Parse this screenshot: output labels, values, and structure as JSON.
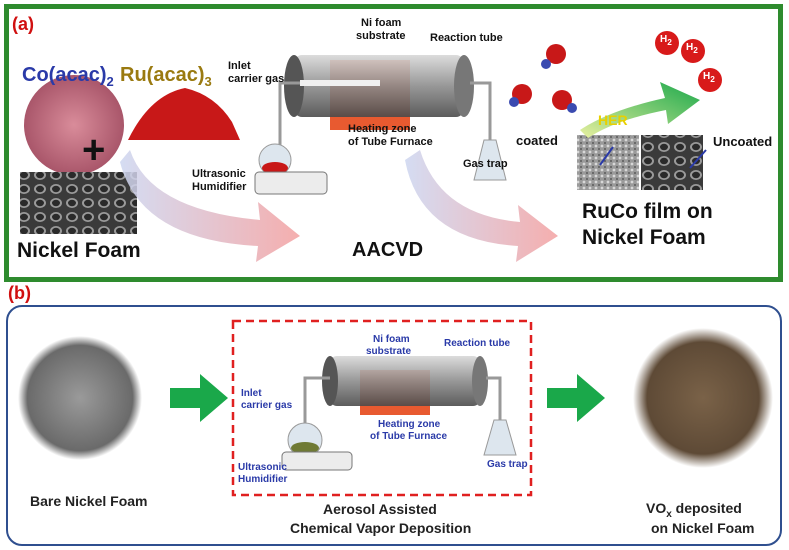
{
  "panel_a": {
    "label": "(a)",
    "cobalt_precursor": {
      "base": "Co(acac)",
      "sub": "2"
    },
    "ruthenium_precursor": {
      "base": "Ru(acac)",
      "sub": "3"
    },
    "plus": "+",
    "nickel_foam": "Nickel Foam",
    "inlet": "Inlet",
    "carrier_gas": "carrier gas",
    "ni_foam": "Ni foam",
    "substrate": "substrate",
    "reaction_tube": "Reaction tube",
    "heating_zone_1": "Heating zone",
    "heating_zone_2": "of Tube Furnace",
    "ultrasonic": "Ultrasonic",
    "humidifier": "Humidifier",
    "gas_trap": "Gas trap",
    "method": "AACVD",
    "her": "HER",
    "coated": "coated",
    "uncoated": "Uncoated",
    "product_1": "RuCo film on",
    "product_2": "Nickel Foam",
    "h2": "H",
    "h2_sub": "2"
  },
  "panel_b": {
    "label": "(b)",
    "bare_nickel_foam": "Bare Nickel Foam",
    "inlet": "Inlet",
    "carrier_gas": "carrier gas",
    "ni_foam": "Ni foam",
    "substrate": "substrate",
    "reaction_tube": "Reaction tube",
    "heating_zone_1": "Heating zone",
    "heating_zone_2": "of Tube Furnace",
    "ultrasonic": "Ultrasonic",
    "humidifier": "Humidifier",
    "gas_trap": "Gas trap",
    "method_1": "Aerosol Assisted",
    "method_2": "Chemical Vapor Deposition",
    "product_base": "VO",
    "product_sub": "x",
    "product_suffix": " deposited",
    "product_2": "on Nickel Foam"
  },
  "colors": {
    "panel_a_border": "#2e8b2e",
    "panel_b_border": "#2f4f8f",
    "label_red": "#d01010",
    "cobalt_blue": "#2a3aa8",
    "ruthenium_gold": "#9a7a10",
    "arrow_green": "#1aa84a",
    "dashed_red": "#e02020"
  }
}
